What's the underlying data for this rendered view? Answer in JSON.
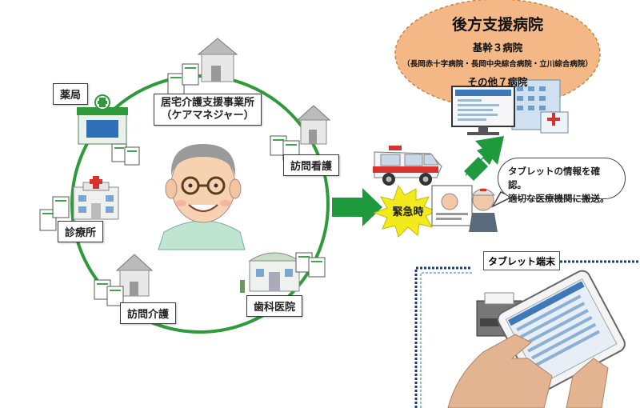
{
  "hospital": {
    "title": "後方支援病院",
    "core_count": "基幹３病院",
    "core_names": "（長岡赤十字病院・長岡中央綜合病院・立川綜合病院）",
    "other_count": "その他７病院"
  },
  "nodes": {
    "pharmacy": "薬局",
    "care_office_line1": "居宅介護支援事業所",
    "care_office_line2": "（ケアマネジャー）",
    "visit_nursing": "訪問看護",
    "clinic": "診療所",
    "visit_care": "訪問介護",
    "dental": "歯科医院"
  },
  "emergency": "緊急時",
  "speech": {
    "line1": "タブレットの情報を確認。",
    "line2": "適切な医療機関に搬送。"
  },
  "tablet_label": "タブレット端末",
  "colors": {
    "circle": "#2e9a3a",
    "arrow": "#1e9a3c",
    "cloud": "#f4b886",
    "burst": "#f3ea1e"
  }
}
